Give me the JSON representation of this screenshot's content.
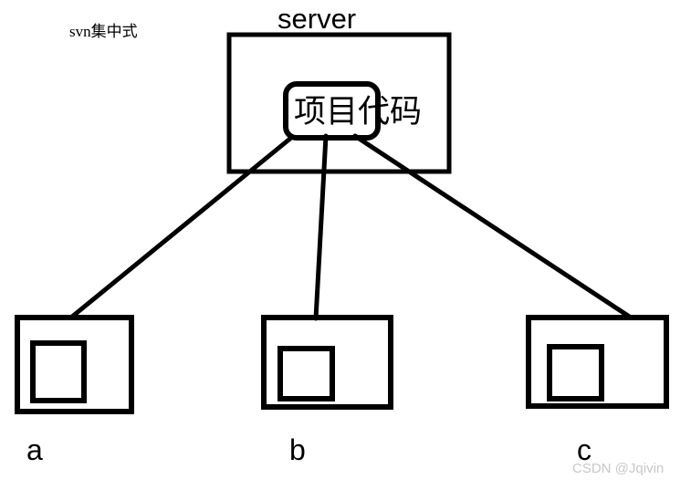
{
  "diagram": {
    "title_note": "svn集中式",
    "server": {
      "label": "server",
      "repo_label": "项目代码"
    },
    "clients": [
      {
        "label": "a"
      },
      {
        "label": "b"
      },
      {
        "label": "c"
      }
    ],
    "watermark": "CSDN @Jqivin",
    "colors": {
      "stroke": "#000000",
      "background": "#ffffff",
      "watermark": "#c8c8c8"
    }
  }
}
